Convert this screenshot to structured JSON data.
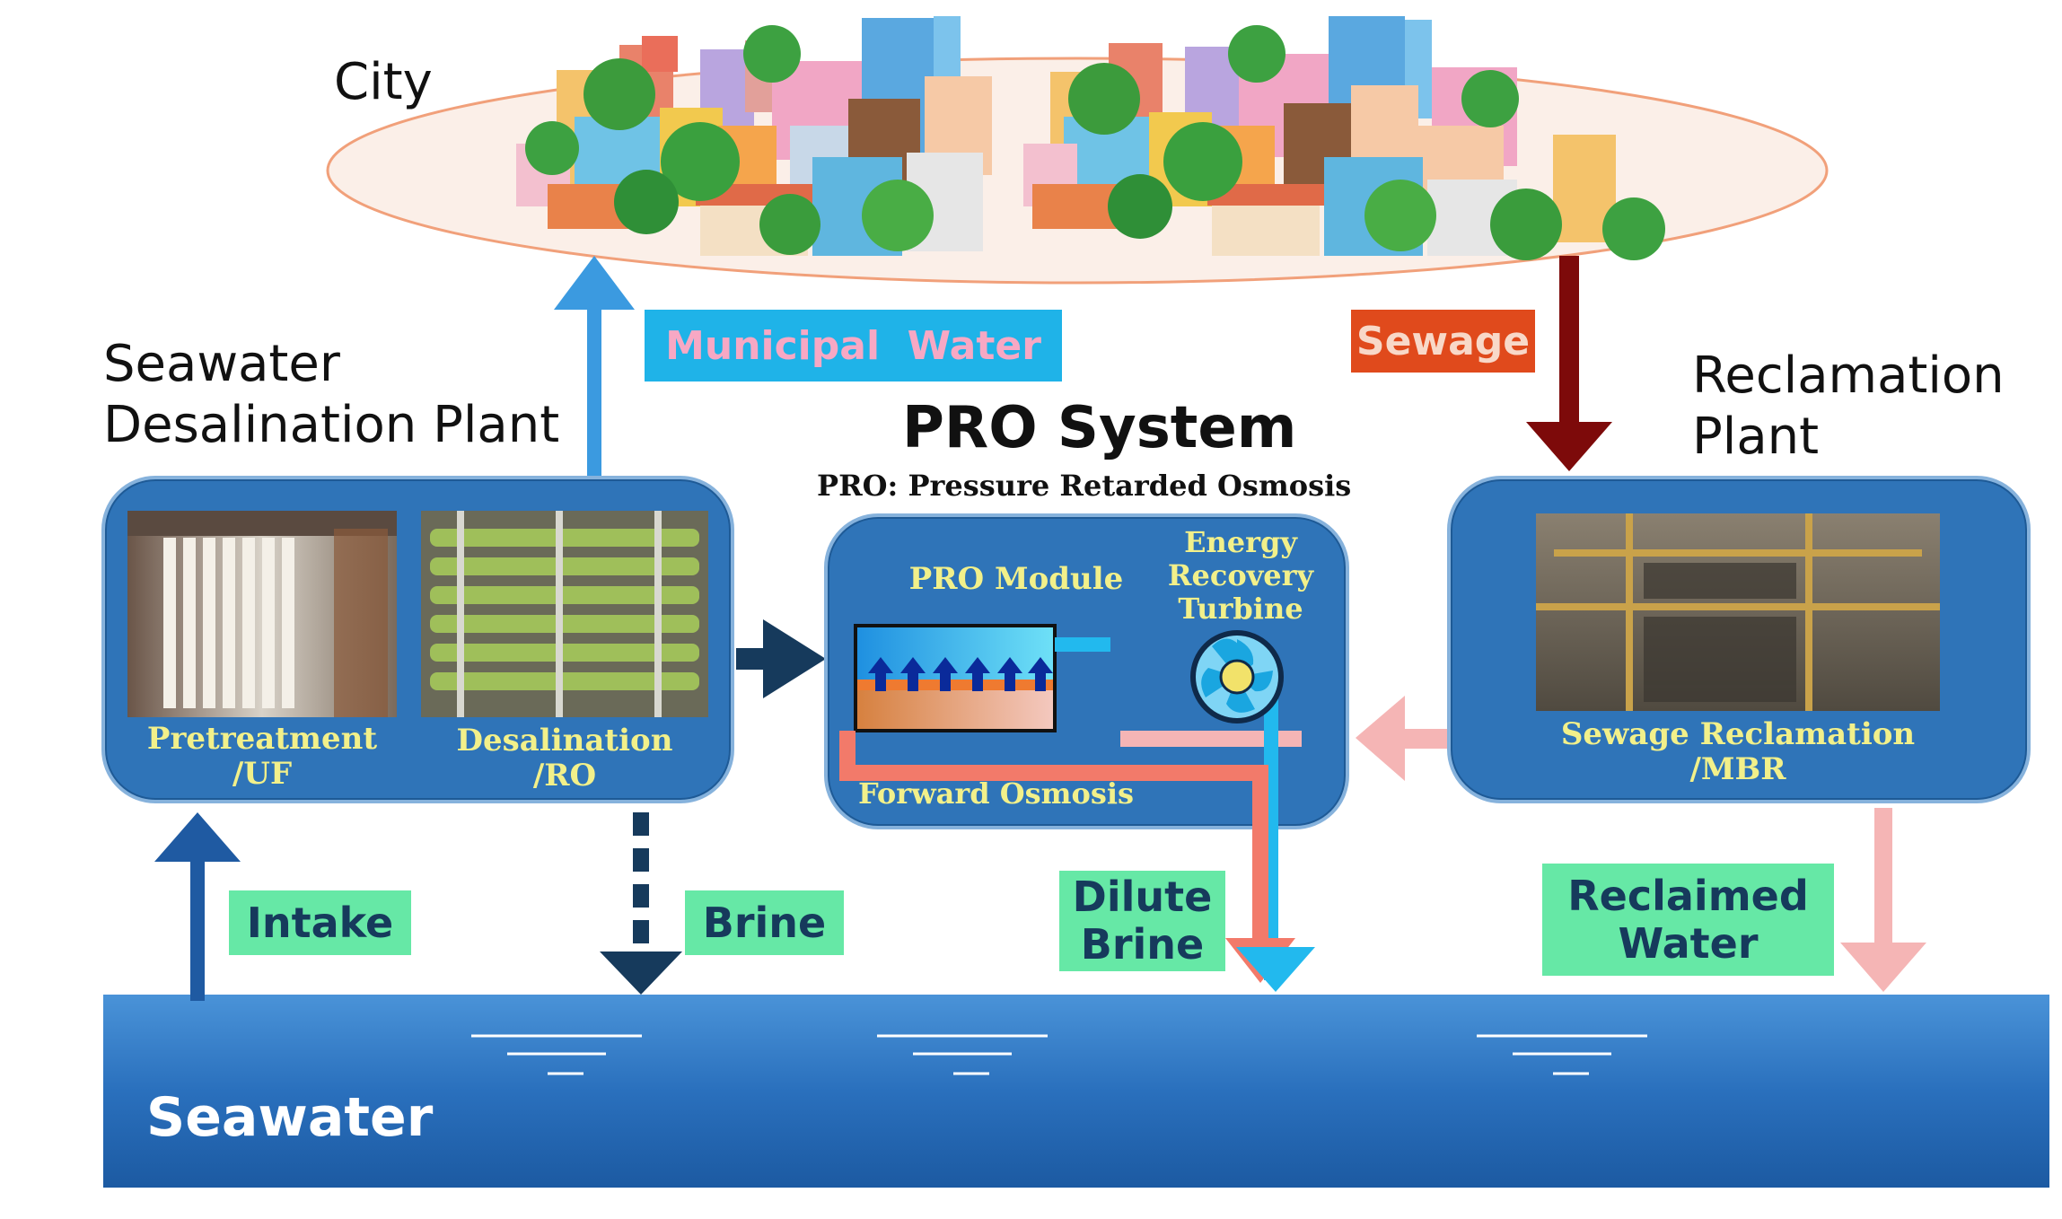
{
  "labels": {
    "city": "City",
    "desal_plant": "Seawater\nDesalination Plant",
    "reclamation_plant": "Reclamation\nPlant",
    "pro_title": "PRO System",
    "pro_subtitle": "PRO: Pressure Retarded Osmosis",
    "municipal_water": "Municipal  Water",
    "sewage": "Sewage",
    "pretreatment": "Pretreatment\n/UF",
    "desalination": "Desalination\n/RO",
    "pro_module": "PRO Module",
    "turbine": "Energy\nRecovery\nTurbine",
    "forward_osmosis": "Forward Osmosis",
    "sewage_reclamation": "Sewage Reclamation\n/MBR",
    "intake": "Intake",
    "brine": "Brine",
    "dilute_brine": "Dilute\nBrine",
    "reclaimed_water": "Reclaimed\nWater",
    "seawater": "Seawater"
  },
  "colors": {
    "panel_blue": "#2f74b8",
    "label_green": "#66e8a6",
    "label_text": "#163a5c",
    "municipal_tag_bg": "#1fb3e8",
    "municipal_tag_text": "#f7a8c4",
    "sewage_tag_bg": "#e04a1c",
    "sewage_arrow": "#7d0a0a",
    "pink_flow": "#f5b5b5",
    "salmon_flow": "#f27a6a",
    "cyan_flow": "#22b9ee",
    "navy_arrow": "#163a5c",
    "blue_arrow": "#3b9ae0",
    "sea_top": "#3a86d0",
    "sea_bottom": "#1f5ea6"
  },
  "icons": [
    "membrane-arrow-icon",
    "turbine-icon",
    "building-icon",
    "tree-icon"
  ]
}
